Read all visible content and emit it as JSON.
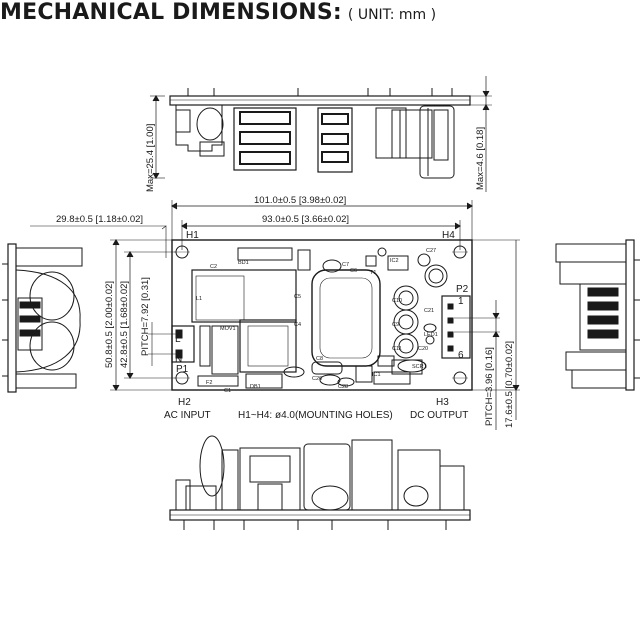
{
  "title": {
    "main": "MECHANICAL DIMENSIONS:",
    "unit": "( UNIT: mm )"
  },
  "dimensions": {
    "max_height": "Max=25.4 [1.00]",
    "pcb_thickness": "Max=4.6 [0.18]",
    "overall_width": "101.0±0.5 [3.98±0.02]",
    "hole_spacing_x": "93.0±0.5 [3.66±0.02]",
    "h1_offset": "29.8±0.5 [1.18±0.02]",
    "overall_depth": "50.8±0.5 [2.00±0.02]",
    "hole_spacing_y": "42.8±0.5 [1.68±0.02]",
    "ac_pitch": "PITCH=7.92 [0.31]",
    "dc_pitch": "PITCH=3.96 [0.16]",
    "dc_offset": "17.6±0.5 [0.70±0.02]"
  },
  "labels": {
    "h1": "H1",
    "h2": "H2",
    "h3": "H3",
    "h4": "H4",
    "p1": "P1",
    "p2": "P2",
    "ac_input": "AC INPUT",
    "dc_output": "DC OUTPUT",
    "mounting_holes": "H1~H4: ø4.0(MOUNTING HOLES)",
    "pin_l": "L",
    "pin_n": "N",
    "pin_1": "1",
    "pin_6": "6"
  },
  "components": {
    "c2": "C2",
    "bd1": "BD1",
    "c7": "C7",
    "c8": "C8",
    "c6": "C6",
    "c5": "C5",
    "c4": "C4",
    "c1": "C1",
    "c9": "C9",
    "c10": "C10",
    "c11": "C11",
    "c26": "C26",
    "c27": "C27",
    "c28": "C28",
    "t1": "T1",
    "ic2": "IC2",
    "ic1": "IC1",
    "db1": "DB1",
    "f2": "F2",
    "mov1": "MOV1",
    "scr1": "SCR1",
    "led1": "LED1",
    "c20": "C20",
    "c21": "C21",
    "l1": "L1"
  }
}
